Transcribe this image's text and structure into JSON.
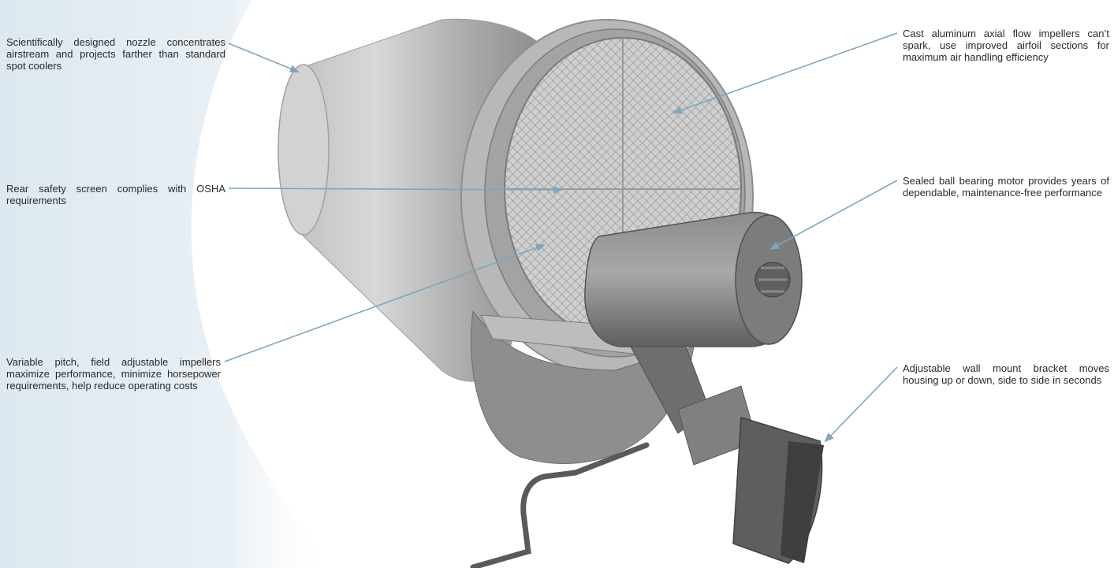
{
  "callouts": {
    "nozzle": "Scientifically designed nozzle concentrates airstream and projects farther than standard spot coolers",
    "rear_screen": "Rear safety screen complies with OSHA requirements",
    "variable_pitch": "Variable pitch, field adjustable impellers maximize performance, minimize horsepower requirements, help reduce operating costs",
    "impellers": "Cast aluminum axial flow impellers can’t spark, use improved airfoil sections for maximum air handling efficiency",
    "motor": "Sealed ball bearing motor provides years of dependable, maintenance-free performance",
    "bracket": "Adjustable wall mount bracket moves housing up or down, side to side in seconds"
  },
  "colors": {
    "leader_line": "#7ea6bd",
    "background_tint": "#e4edf3",
    "text": "#2a2a2a",
    "metal_light": "#c9c9c9",
    "metal_dark": "#6e6e6e"
  }
}
